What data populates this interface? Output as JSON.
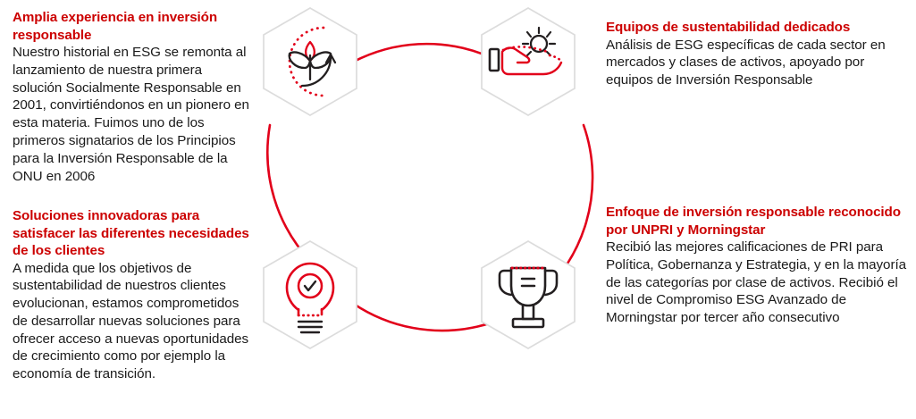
{
  "colors": {
    "accent_red": "#CC0000",
    "body_text": "#1a1a1a",
    "hex_border": "#d4d4d4",
    "icon_dark": "#231f20",
    "background": "#ffffff"
  },
  "blocks": {
    "top_left": {
      "heading": "Amplia experiencia en inversión responsable",
      "body": "Nuestro historial en ESG se remonta al lanzamiento de nuestra primera solución Socialmente Responsable en 2001, convirtiéndonos en un pionero en esta materia. Fuimos uno de los primeros signatarios de los Principios para la Inversión Responsable de la ONU en 2006"
    },
    "bottom_left": {
      "heading": "Soluciones innovadoras para satisfacer las diferentes necesidades de los clientes",
      "body": "A medida que los objetivos de sustentabilidad de nuestros clientes evolucionan, estamos comprometidos de desarrollar nuevas soluciones para ofrecer acceso a nuevas oportunidades de crecimiento como por ejemplo la economía de transición."
    },
    "top_right": {
      "heading": "Equipos de sustentabilidad dedicados",
      "body": "Análisis de ESG específicas de cada sector en mercados y clases de activos, apoyado por equipos de Inversión Responsable"
    },
    "bottom_right": {
      "heading": "Enfoque de inversión responsable reconocido por UNPRI y Morningstar",
      "body": "Recibió las mejores calificaciones de PRI para Política, Gobernanza y Estrategia, y en la mayoría de las categorías por clase de activos. Recibió el nivel de Compromiso ESG Avanzado de Morningstar por tercer año consecutivo"
    }
  },
  "diagram": {
    "shape": "circular-flow",
    "connector": "red-circle-arc",
    "nodes": [
      {
        "position": "top-left",
        "icon": "plant-growth-icon",
        "linked_block": "top_left"
      },
      {
        "position": "top-right",
        "icon": "hand-sun-icon",
        "linked_block": "top_right"
      },
      {
        "position": "bottom-left",
        "icon": "lightbulb-check-icon",
        "linked_block": "bottom_left"
      },
      {
        "position": "bottom-right",
        "icon": "trophy-icon",
        "linked_block": "bottom_right"
      }
    ]
  }
}
